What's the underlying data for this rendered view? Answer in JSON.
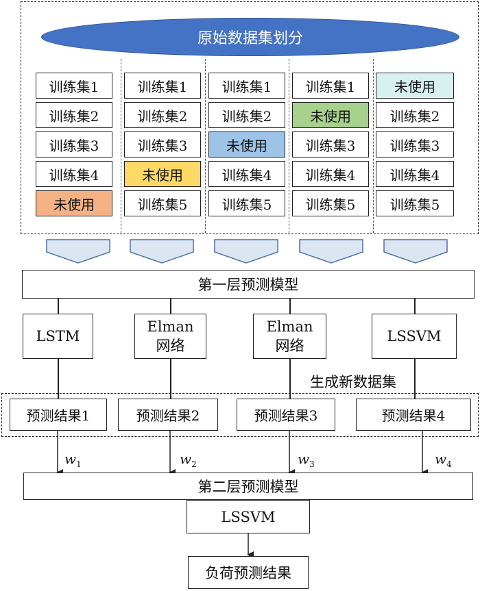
{
  "ellipse_label": "原始数据集划分",
  "columns": [
    [
      "训练集1",
      "训练集2",
      "训练集3",
      "训练集4",
      "未使用"
    ],
    [
      "训练集1",
      "训练集2",
      "训练集3",
      "未使用",
      "训练集5"
    ],
    [
      "训练集1",
      "训练集2",
      "未使用",
      "训练集4",
      "训练集5"
    ],
    [
      "训练集1",
      "未使用",
      "训练集3",
      "训练集4",
      "训练集5"
    ],
    [
      "未使用",
      "训练集2",
      "训练集3",
      "训练集4",
      "训练集5"
    ]
  ],
  "unused_colors": [
    "#f4b183",
    "#ffd966",
    "#9dc3e6",
    "#a9d18e",
    "#d9f0f0"
  ],
  "layer1": "第一层预测模型",
  "models": [
    "LSTM",
    "Elman\n网络",
    "Elman\n网络",
    "LSSVM"
  ],
  "new_dataset": "生成新数据集",
  "results": [
    "预测结果1",
    "预测结果2",
    "预测结果3",
    "预测结果4"
  ],
  "weights": [
    {
      "w": "w",
      "sub": "1"
    },
    {
      "w": "w",
      "sub": "2"
    },
    {
      "w": "w",
      "sub": "3"
    },
    {
      "w": "w",
      "sub": "4"
    }
  ],
  "layer2": "第二层预测模型",
  "final_model": "LSSVM",
  "final_result": "负荷预测结果"
}
